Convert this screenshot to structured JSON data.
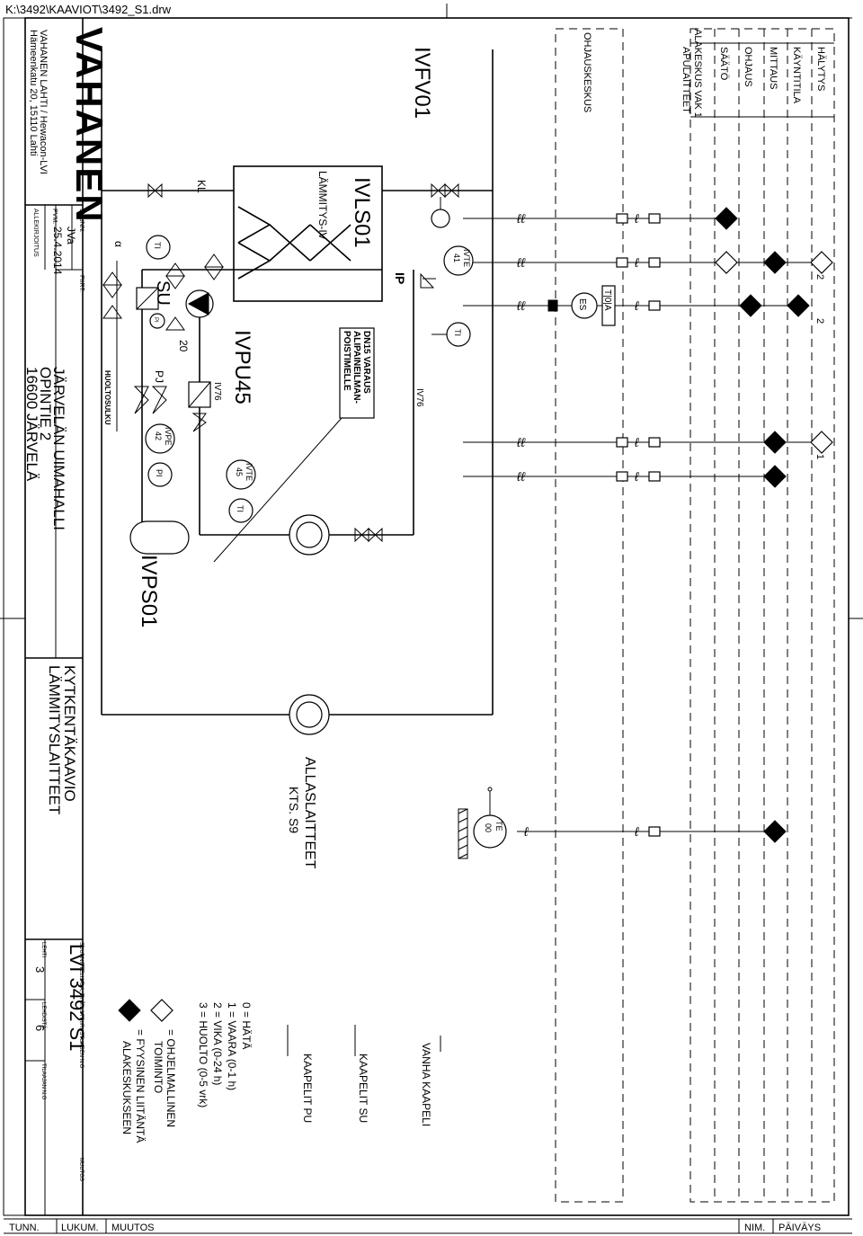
{
  "file_path": "K:\\3492\\KAAVIOT\\3492_S1.drw",
  "company": {
    "logo_text": "VAHANEN",
    "line1": "VAHANEN LAHTI / Hewacon-LVI",
    "line2": "Hämeenkatu 20, 15110 Lahti"
  },
  "signatures": {
    "suunn_label": "SUUNN.",
    "suunn_value": "JVa",
    "pvm_label": "PVM.",
    "pvm_value": "25.4.2014",
    "piirt_label": "PIIRT.",
    "allekirjoitus_label": "ALLEKIRJOITUS"
  },
  "project": {
    "line1": "JÄRVELÄN UIMAHALLI",
    "line2": "OPINTIE 2",
    "line3": "16600 JÄRVELÄ"
  },
  "drawing": {
    "title1": "KYTKENTÄKAAVIO",
    "title2": "LÄMMITYSLAITTEET",
    "suunnittelu_label": "SUUNNITTELIJALA, TYÖN JA PIIRUSTUKSEN N:O",
    "muutos_label": "MUUTOS",
    "number": "LVI 3492 S1",
    "lehti_label": "LEHTI",
    "lehti_value": "3",
    "lehtia_label": "LEHDISTÄ",
    "lehtia_value": "6",
    "tilaajan_label": "TILAAJAN N:O"
  },
  "revision_bar": {
    "tunn": "TUNN.",
    "lukum": "LUKUM.",
    "muutos": "MUUTOS",
    "nim": "NIM.",
    "paivays": "PÄIVÄYS"
  },
  "control": {
    "ohjauskeskus": "OHJAUSKESKUS",
    "alakeskus": "ALAKESKUS VAK 1",
    "columns": [
      "HÄLYTYS",
      "KÄYNTITILA",
      "MITTAUS",
      "OHJAUS",
      "SÄÄTÖ",
      "APULAITTEET"
    ],
    "es": "ES",
    "toa": "T|0|A",
    "alarm_2a": "2",
    "alarm_2b": "2",
    "alarm_1": "1"
  },
  "equipment": {
    "ivfv01": "IVFV01",
    "ivls01": "IVLS01",
    "lammitys_iv": "LÄMMITYS-IV",
    "ivpu45": "IVPU45",
    "ivps01": "IVPS01",
    "kl": "KL",
    "ip": "IP",
    "su": "SU",
    "pj": "PJ",
    "num20": "20",
    "iv76a": "IV76",
    "iv76b": "IV76",
    "huoltosulku": "HUOLTOSULKU",
    "alpha": "α",
    "dn15_1": "DN15 VARAUS",
    "dn15_2": "ALIPAINEILMAN-",
    "dn15_3": "POISTIMELLE",
    "ti": "TI",
    "pi": "PI",
    "pi_small": "PI",
    "ivte41_a": "IVTE",
    "ivte41_b": "41",
    "ivte45_a": "IVTE",
    "ivte45_b": "45",
    "ivpe42_a": "IVPE",
    "ivpe42_b": "42",
    "te00_a": "TE",
    "te00_b": "00",
    "allaslaitteet": "ALLASLAITTEET",
    "kts": "KTS. S9"
  },
  "legend": {
    "vanha_kaapeli": "VANHA KAAPELI",
    "kaapelit_su": "KAAPELIT SU",
    "kaapelit_pu": "KAAPELIT PU",
    "code0": "0 = HÄTÄ",
    "code1": "1 = VAARA (0-1 h)",
    "code2": "2 = VIKA (0-24 h)",
    "code3": "3 = HUOLTO (0-5 vrk)",
    "ohjelmallinen1": "= OHJELMALLINEN",
    "ohjelmallinen2": "TOIMINTO",
    "fyysinen1": "= FYYSINEN LIITÄNTÄ",
    "fyysinen2": "ALAKESKUKSEEN"
  }
}
